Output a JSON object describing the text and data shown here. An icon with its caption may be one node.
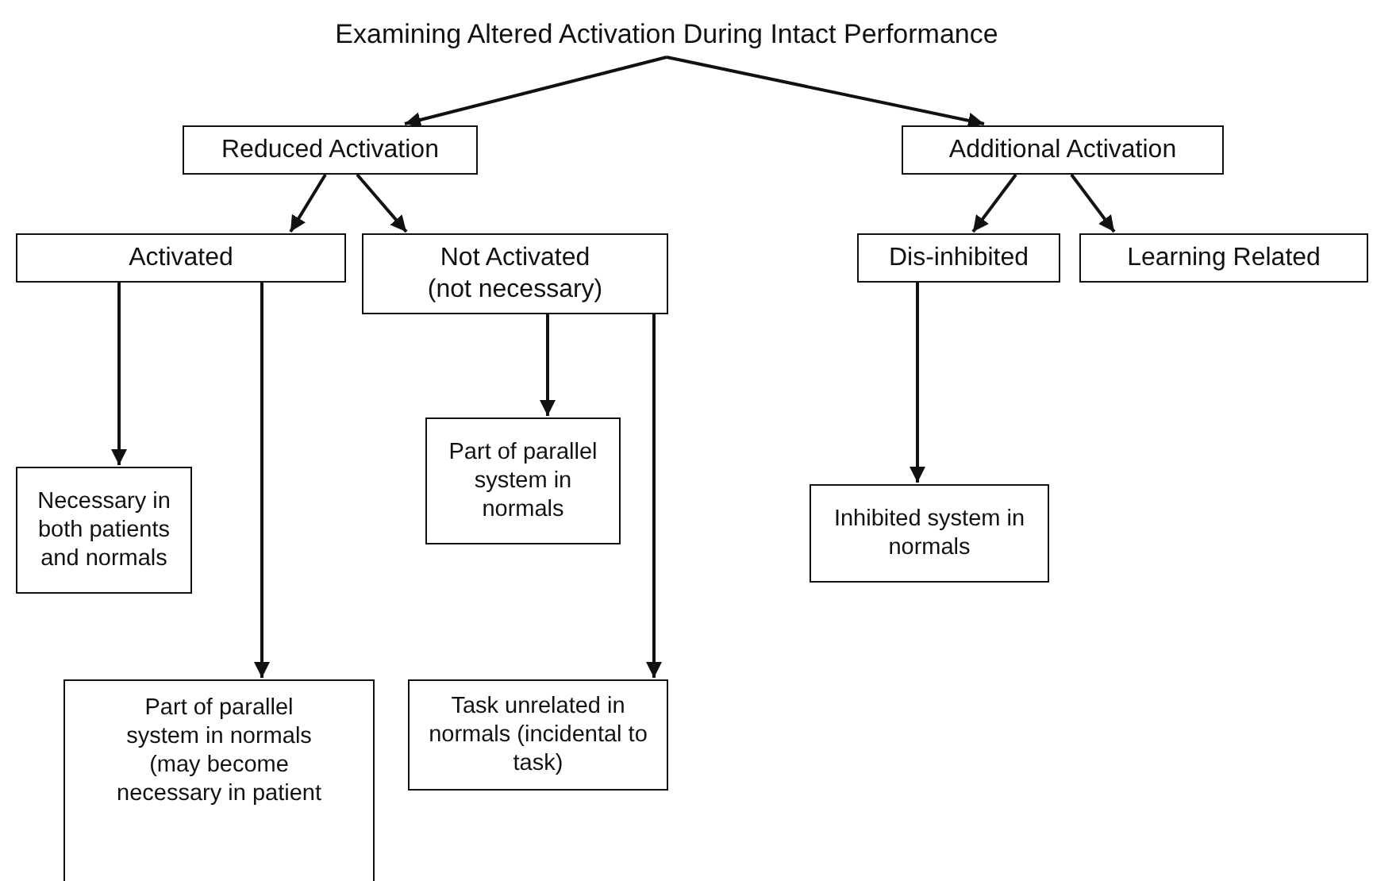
{
  "diagram": {
    "nodes": [
      {
        "text": [
          "Examining Altered Activation During Intact Performance"
        ]
      },
      {
        "text": [
          "Reduced Activation"
        ]
      },
      {
        "text": [
          "Additional Activation"
        ]
      },
      {
        "text": [
          "Activated"
        ]
      },
      {
        "text": [
          "Not Activated (not necessary)"
        ]
      },
      {
        "text": [
          "Dis-inhibited"
        ]
      },
      {
        "text": [
          "Learning Related"
        ]
      },
      {
        "text": [
          "Necessary in both patients and normals"
        ]
      },
      {
        "text": [
          "Part of parallel system in normals"
        ]
      },
      {
        "text": [
          "Inhibited system in normals"
        ]
      },
      {
        "text": [
          "Part of parallel system in normals (may become necessary in patient"
        ]
      },
      {
        "text": [
          "Task unrelated in normals (incidental to task)"
        ]
      }
    ],
    "edges": [
      {
        "from": 0,
        "to": 1,
        "arrow": "to"
      },
      {
        "from": 0,
        "to": 2,
        "arrow": "to"
      },
      {
        "from": 1,
        "to": 3,
        "arrow": "to"
      },
      {
        "from": 1,
        "to": 4,
        "arrow": "to"
      },
      {
        "from": 2,
        "to": 5,
        "arrow": "to"
      },
      {
        "from": 2,
        "to": 6,
        "arrow": "to"
      },
      {
        "from": 3,
        "to": 7,
        "arrow": "to"
      },
      {
        "from": 3,
        "to": 10,
        "arrow": "to"
      },
      {
        "from": 4,
        "to": 8,
        "arrow": "to"
      },
      {
        "from": 4,
        "to": 11,
        "arrow": "to"
      },
      {
        "from": 5,
        "to": 9,
        "arrow": "to"
      }
    ]
  }
}
